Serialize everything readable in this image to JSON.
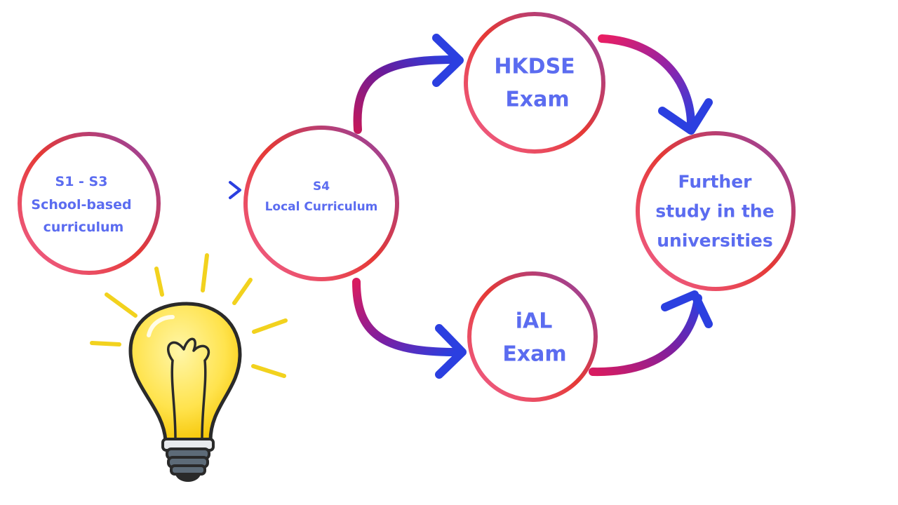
{
  "colors": {
    "ring_gradient": [
      "#f06292",
      "#e53935",
      "#8e44ad"
    ],
    "arrow_gradient": [
      "#d81b60",
      "#7b1fa2",
      "#2b3fe0"
    ],
    "arrow_head": "#2b3fe0",
    "label": "#5b6cf0",
    "bulb_fill": "#ffe34d",
    "bulb_outline": "#2a2a2a",
    "bulb_base": "#5d6b78",
    "rays": "#f2d21e"
  },
  "nodes": {
    "s1s3": {
      "lines": [
        "S1 - S3",
        "School-based",
        "curriculum"
      ]
    },
    "s4": {
      "lines": [
        "S4",
        "Local Curriculum"
      ]
    },
    "hkdse": {
      "lines": [
        "HKDSE",
        "Exam"
      ]
    },
    "ial": {
      "lines": [
        "iAL",
        "Exam"
      ]
    },
    "uni": {
      "lines": [
        "Further",
        "study in the",
        "universities"
      ]
    }
  },
  "edges": [
    {
      "from": "S1 - S3",
      "to": "S4"
    },
    {
      "from": "S4",
      "to": "HKDSE Exam"
    },
    {
      "from": "S4",
      "to": "iAL Exam"
    },
    {
      "from": "HKDSE Exam",
      "to": "Further study in the universities"
    },
    {
      "from": "iAL Exam",
      "to": "Further study in the universities"
    }
  ],
  "decorations": [
    {
      "icon": "lightbulb-icon"
    }
  ]
}
